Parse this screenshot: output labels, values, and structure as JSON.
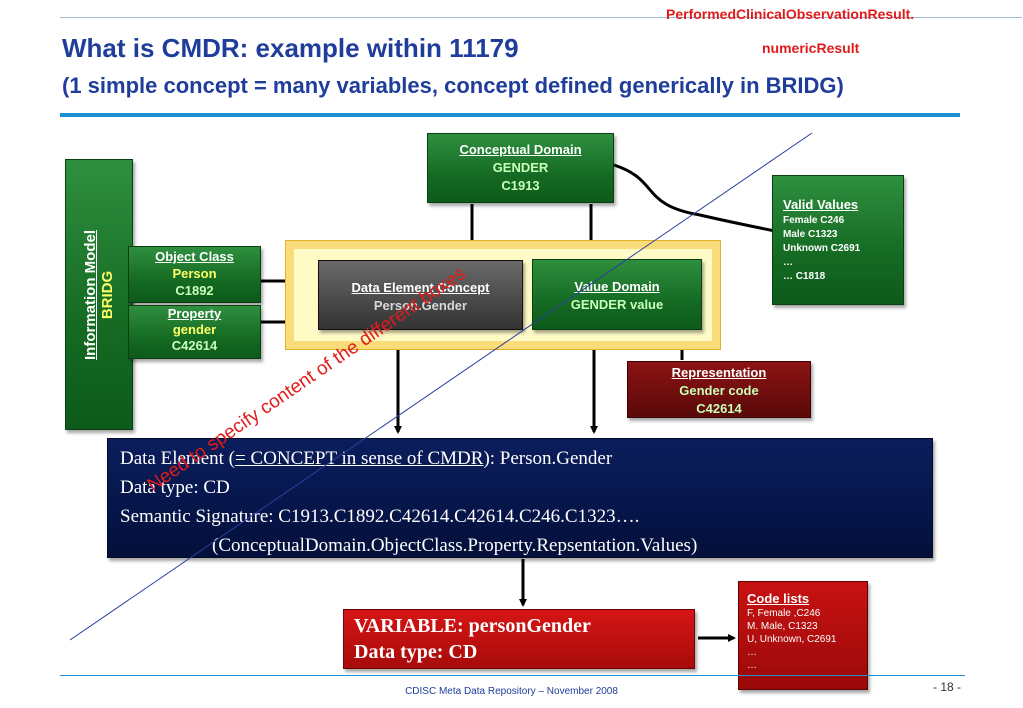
{
  "header": {
    "title_line1": "What is CMDR: example within 11179",
    "title_line2": "(1 simple concept = many variables, concept defined generically in BRIDG)",
    "note_line1": "PerformedClinicalObservationResult.",
    "note_line2": "numericResult"
  },
  "info_model": {
    "label": "Information Model",
    "sublabel": "BRIDG"
  },
  "object_class": {
    "label": "Object Class",
    "value": "Person",
    "code": "C1892"
  },
  "property": {
    "label": "Property",
    "value": "gender",
    "code": "C42614"
  },
  "conceptual_domain": {
    "label": "Conceptual Domain",
    "value": "GENDER",
    "code": "C1913"
  },
  "valid_values": {
    "label": "Valid Values",
    "items": [
      "Female C246",
      "Male C1323",
      "Unknown C2691",
      "…",
      "… C1818"
    ]
  },
  "data_element_concept": {
    "label": "Data Element Concept",
    "value": "Person.Gender"
  },
  "value_domain": {
    "label": "Value Domain",
    "value": "GENDER value"
  },
  "representation": {
    "label": "Representation",
    "value": "Gender code",
    "code": "C42614"
  },
  "data_element": {
    "line1_prefix": "Data Element (",
    "line1_link": "= CONCEPT in sense of CMDR",
    "line1_suffix": "): Person.Gender",
    "line2": "Data type: CD",
    "line3": "Semantic Signature: C1913.C1892.C42614.C42614.C246.C1323….",
    "line4": "(ConceptualDomain.ObjectClass.Property.Repsentation.Values)"
  },
  "variable": {
    "line1": "VARIABLE: personGender",
    "line2": "Data type: CD"
  },
  "code_lists": {
    "label": "Code lists",
    "items": [
      "F, Female ,C246",
      "M. Male, C1323",
      "U, Unknown, C2691",
      "…",
      "…"
    ]
  },
  "annotation": "Need to specify content of the different boxes",
  "footer": {
    "text": "CDISC Meta Data Repository – November 2008",
    "page": "- 18 -"
  },
  "colors": {
    "title_blue": "#1f3d9a",
    "note_red": "#e11b1b",
    "box_green": "#156b23",
    "box_navy": "#06154a",
    "box_red": "#b00d0d",
    "box_maroon": "#6e0a0a",
    "rule_blue": "#1e90d4"
  }
}
